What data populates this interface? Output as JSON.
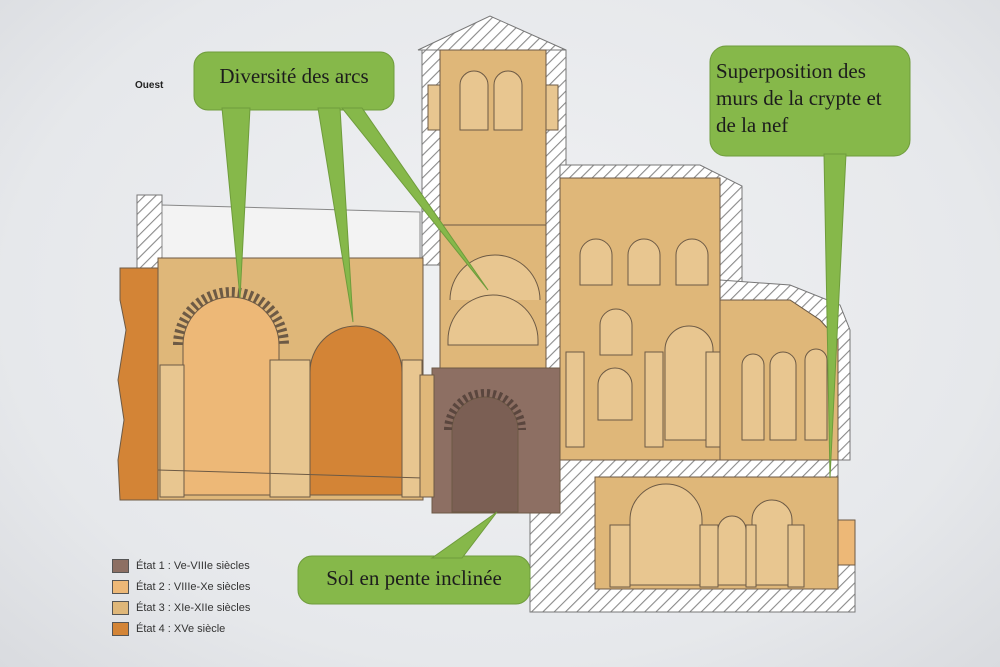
{
  "direction_label": "Ouest",
  "callouts": {
    "arcs": "Diversité des arcs",
    "superposition": "Superposition des murs de la crypte et de la nef",
    "sol": "Sol en pente inclinée"
  },
  "legend": [
    {
      "label": "État 1 : Ve-VIIIe siècles",
      "color": "#8c6e62"
    },
    {
      "label": "État 2 : VIIIe-Xe siècles",
      "color": "#e9b674"
    },
    {
      "label": "État 3 : XIe-XIIe siècles",
      "color": "#dcb57c"
    },
    {
      "label": "État 4 : XVe siècle",
      "color": "#d08232"
    }
  ],
  "colors": {
    "callout": "#86b84a",
    "etat3": "#dfb779",
    "etat3_light": "#e8c690",
    "etat2": "#edb877",
    "etat4": "#d38436",
    "etat1": "#8d6f63",
    "hatch": "#8a8a8a"
  }
}
